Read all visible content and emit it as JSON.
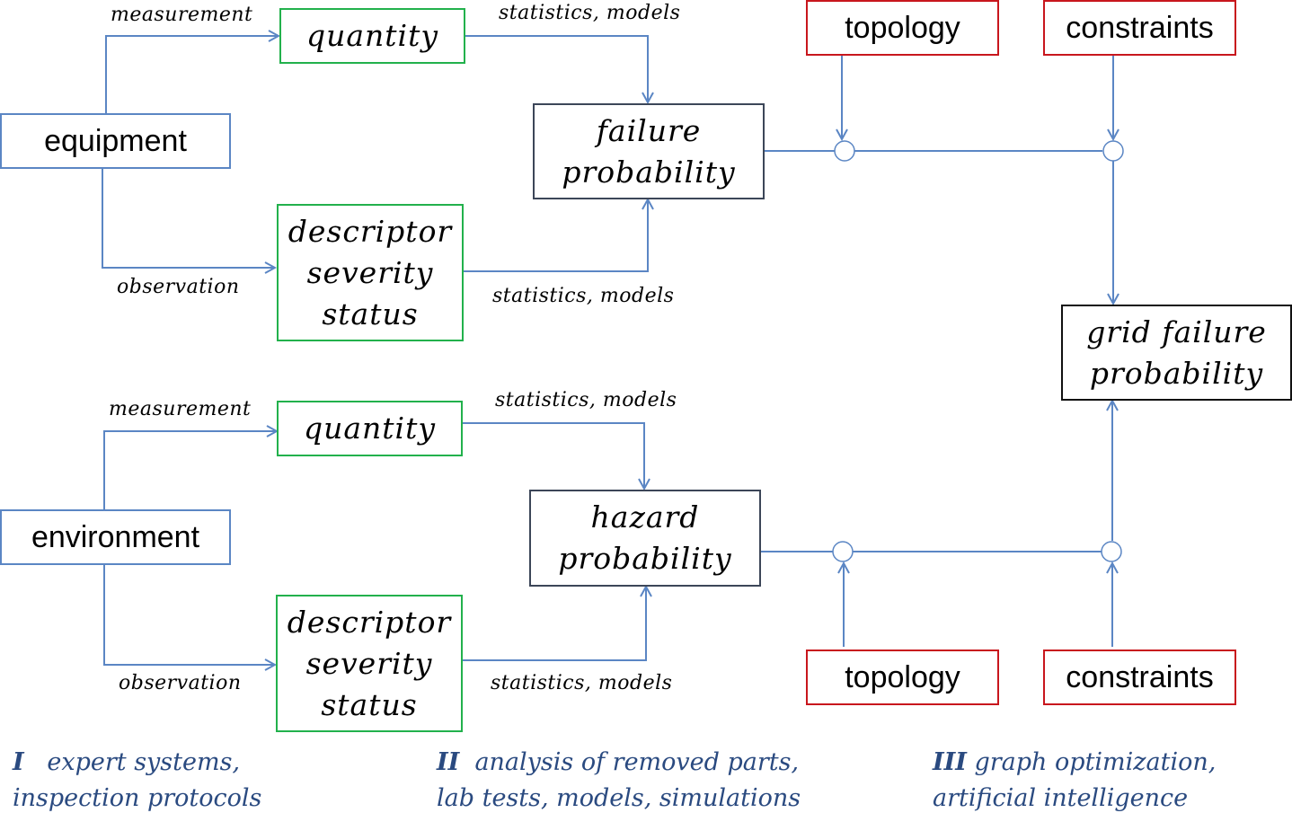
{
  "colors": {
    "connector": "#5b86c4",
    "source_border": "#5b86c4",
    "measure_border": "#22b14c",
    "grid_border": "#c8161d",
    "probability_border": "#3c4658",
    "footer_text": "#2a4a80"
  },
  "upper": {
    "source": "equipment",
    "edge_measurement": "measurement",
    "edge_observation": "observation",
    "quantity": "quantity",
    "descriptor_lines": [
      "descriptor",
      "severity",
      "status"
    ],
    "edge_stats_top": "statistics, models",
    "edge_stats_bottom": "statistics, models",
    "probability_lines": [
      "failure",
      "probability"
    ],
    "topology": "topology",
    "constraints": "constraints"
  },
  "lower": {
    "source": "environment",
    "edge_measurement": "measurement",
    "edge_observation": "observation",
    "quantity": "quantity",
    "descriptor_lines": [
      "descriptor",
      "severity",
      "status"
    ],
    "edge_stats_top": "statistics, models",
    "edge_stats_bottom": "statistics, models",
    "probability_lines": [
      "hazard",
      "probability"
    ],
    "topology": "topology",
    "constraints": "constraints"
  },
  "result": {
    "lines": [
      "grid failure",
      "probability"
    ]
  },
  "footer": [
    {
      "numeral": "I",
      "line1": "expert systems,",
      "line2": "inspection protocols"
    },
    {
      "numeral": "II",
      "line1": "analysis of removed parts,",
      "line2": "lab tests, models, simulations"
    },
    {
      "numeral": "III",
      "line1": "graph optimization,",
      "line2": "artificial intelligence"
    }
  ]
}
